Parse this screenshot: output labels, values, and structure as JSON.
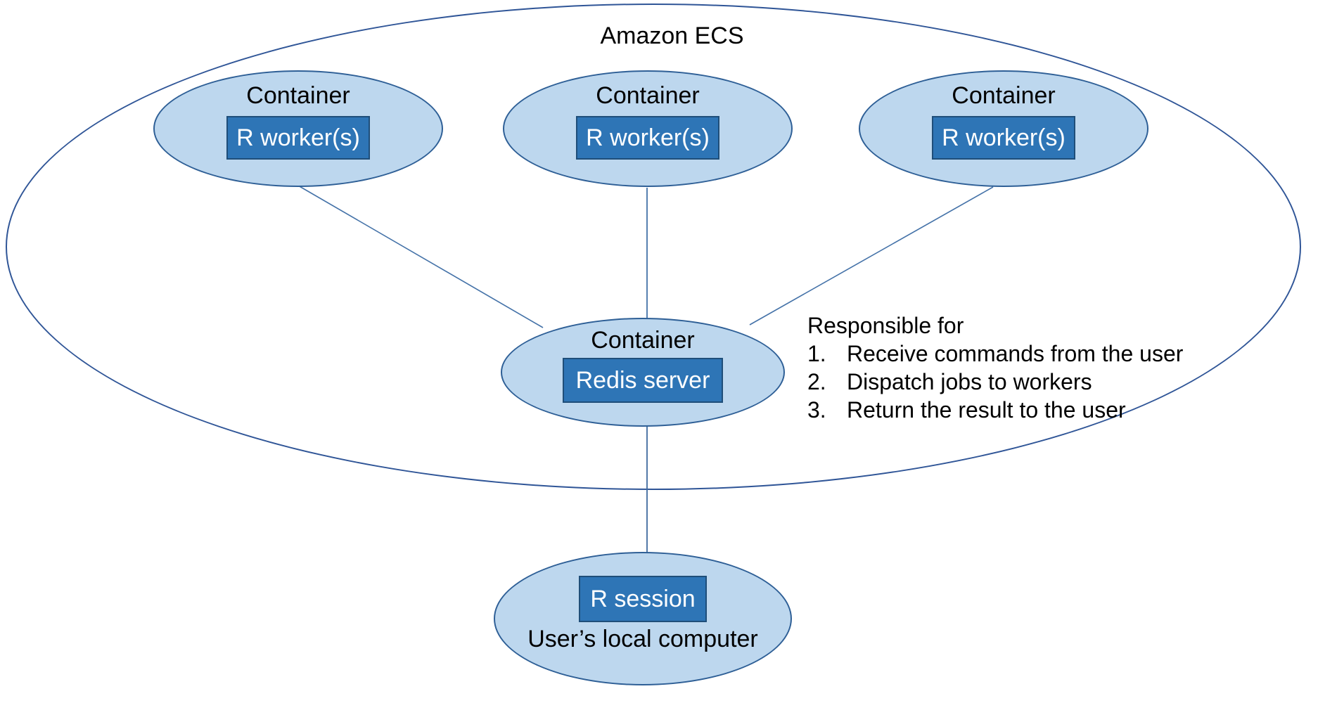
{
  "diagram": {
    "boundary": {
      "label": "Amazon ECS",
      "name": "amazon-ecs-boundary"
    },
    "workers": [
      {
        "title": "Container",
        "box_label": "R worker(s)"
      },
      {
        "title": "Container",
        "box_label": "R worker(s)"
      },
      {
        "title": "Container",
        "box_label": "R worker(s)"
      }
    ],
    "redis": {
      "title": "Container",
      "box_label": "Redis server"
    },
    "local": {
      "box_label": "R session",
      "caption": "User’s local computer"
    },
    "responsibilities": {
      "heading": "Responsible for",
      "items": [
        {
          "num": "1.",
          "text": "Receive commands from the user"
        },
        {
          "num": "2.",
          "text": "Dispatch jobs to workers"
        },
        {
          "num": "3.",
          "text": "Return the result to the user"
        }
      ]
    },
    "colors": {
      "ellipse_fill": "#bdd7ee",
      "ellipse_border": "#2e5f96",
      "boundary_border": "#2f5597",
      "box_fill": "#2e75b6",
      "box_border": "#1f4e79",
      "box_text": "#ffffff",
      "connector": "#4472a8",
      "background": "#ffffff",
      "text": "#000000"
    }
  }
}
